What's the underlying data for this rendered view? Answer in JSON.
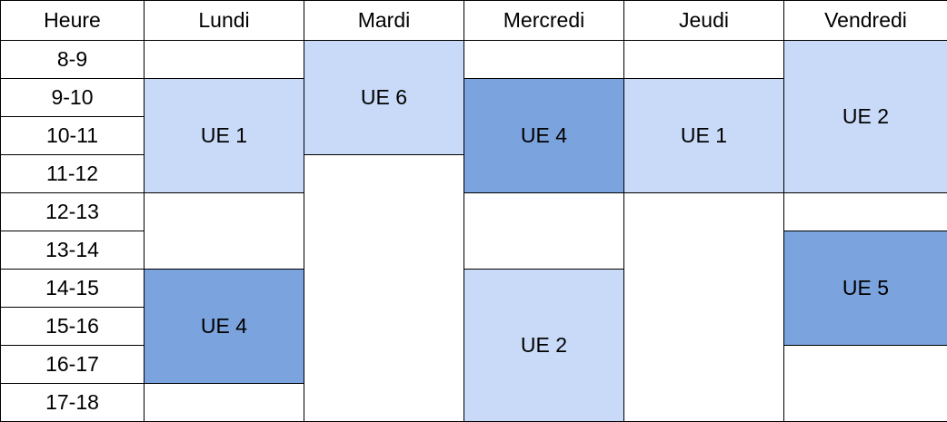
{
  "headers": {
    "hour": "Heure",
    "monday": "Lundi",
    "tuesday": "Mardi",
    "wednesday": "Mercredi",
    "thursday": "Jeudi",
    "friday": "Vendredi"
  },
  "hours": [
    "8-9",
    "9-10",
    "10-11",
    "11-12",
    "12-13",
    "13-14",
    "14-15",
    "15-16",
    "16-17",
    "17-18"
  ],
  "courses": {
    "monday_morning": "UE 1",
    "monday_afternoon": "UE 4",
    "tuesday_morning": "UE 6",
    "wednesday_morning": "UE 4",
    "wednesday_afternoon": "UE 2",
    "thursday_morning": "UE 1",
    "friday_morning": "UE 2",
    "friday_afternoon": "UE 5"
  },
  "colors": {
    "light_course": "#c9daf8",
    "dark_course": "#7ba3dd",
    "grid": "#000000"
  }
}
